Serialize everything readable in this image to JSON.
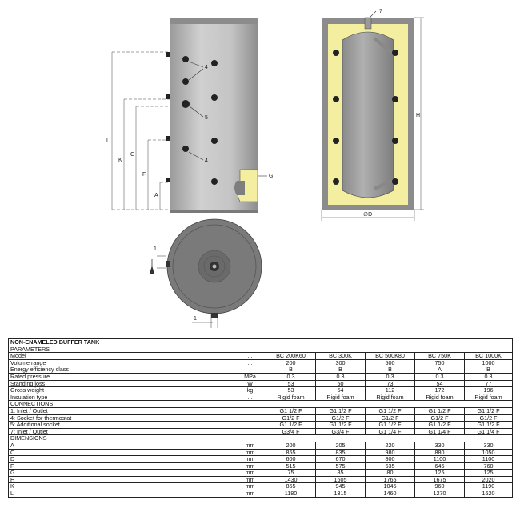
{
  "drawing": {
    "callouts": {
      "inlet_outlet_top": "7",
      "thermostat_upper": "4",
      "additional_socket": "5",
      "thermostat_lower": "4",
      "inlet_outlet_side": "1",
      "inlet_outlet_bottom": "1",
      "socket_g": "G"
    },
    "dimension_labels": {
      "L": "L",
      "K": "K",
      "C": "C",
      "F": "F",
      "A": "A",
      "H": "H",
      "D": "∅D"
    },
    "colors": {
      "tank_body": "#c8c8c8",
      "tank_shading": "#9a9a9a",
      "insulation": "#f4eea0",
      "cover": "#8c8c8c",
      "top_view": "#7a7a7a"
    }
  },
  "table": {
    "title": "NON-ENAMELED BUFFER TANK",
    "sections": [
      {
        "name": "PARAMETERS",
        "rows": [
          [
            "Model",
            "...",
            "BC 200K60",
            "BC 300K",
            "BC 500K80",
            "BC 750K",
            "BC 1000K"
          ],
          [
            "Volume range",
            "...",
            "200",
            "300",
            "500",
            "750",
            "1000"
          ],
          [
            "Energy efficiency class",
            "",
            "B",
            "B",
            "B",
            "A",
            "B"
          ],
          [
            "Rated pressure",
            "MPa",
            "0.3",
            "0.3",
            "0.3",
            "0.3",
            "0.3"
          ],
          [
            "Standing loss",
            "W",
            "53",
            "50",
            "73",
            "54",
            "77"
          ],
          [
            "Gross weight",
            "kg",
            "53",
            "64",
            "112",
            "172",
            "196"
          ],
          [
            "Insulation type",
            "...",
            "Rigid foam",
            "Rigid foam",
            "Rigid foam",
            "Rigid foam",
            "Rigid foam"
          ]
        ]
      },
      {
        "name": "CONNECTIONS",
        "rows": [
          [
            "1: Inlet / Outlet",
            "",
            "G1 1/2 F",
            "G1 1/2 F",
            "G1 1/2 F",
            "G1 1/2 F",
            "G1 1/2 F"
          ],
          [
            "4: Socket for thermostat",
            "",
            "G1/2 F",
            "G1/2 F",
            "G1/2 F",
            "G1/2 F",
            "G1/2 F"
          ],
          [
            "5: Additional socket",
            "",
            "G1 1/2 F",
            "G1 1/2 F",
            "G1 1/2 F",
            "G1 1/2 F",
            "G1 1/2 F"
          ],
          [
            "7: Inlet / Outlet",
            "",
            "G3/4 F",
            "G3/4 F",
            "G1 1/4 F",
            "G1 1/4 F",
            "G1 1/4 F"
          ]
        ]
      },
      {
        "name": "DIMENSIONS",
        "rows": [
          [
            "A",
            "mm",
            "200",
            "205",
            "220",
            "330",
            "330"
          ],
          [
            "C",
            "mm",
            "855",
            "835",
            "980",
            "880",
            "1050"
          ],
          [
            "D",
            "mm",
            "600",
            "670",
            "800",
            "1100",
            "1100"
          ],
          [
            "F",
            "mm",
            "515",
            "575",
            "635",
            "645",
            "760"
          ],
          [
            "G",
            "mm",
            "75",
            "85",
            "80",
            "125",
            "125"
          ],
          [
            "H",
            "mm",
            "1430",
            "1605",
            "1765",
            "1675",
            "2020"
          ],
          [
            "K",
            "mm",
            "855",
            "945",
            "1045",
            "960",
            "1190"
          ],
          [
            "L",
            "mm",
            "1180",
            "1315",
            "1460",
            "1270",
            "1620"
          ]
        ]
      }
    ]
  }
}
